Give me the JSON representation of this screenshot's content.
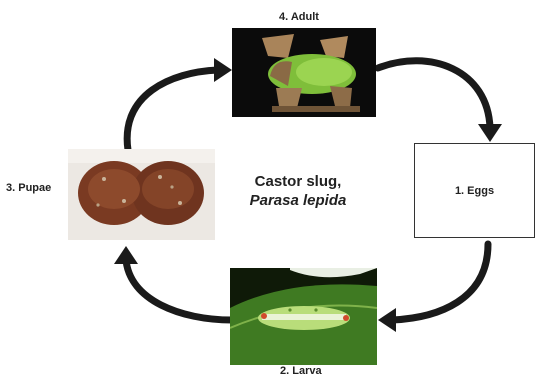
{
  "diagram": {
    "center_title": "Castor slug,",
    "center_subtitle": "Parasa lepida",
    "stages": {
      "adult": "4. Adult",
      "eggs": "1. Eggs",
      "larva": "2. Larva",
      "pupae": "3. Pupae"
    },
    "colors": {
      "arrow": "#1a1a1a",
      "text": "#222222",
      "box_border": "#333333"
    }
  }
}
